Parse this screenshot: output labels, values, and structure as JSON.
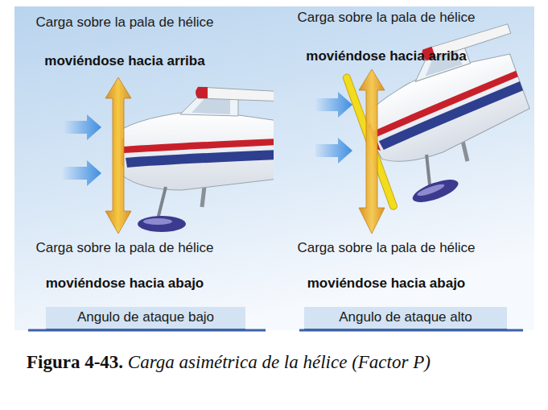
{
  "diagram": {
    "caption": "Figura 4-43.",
    "nodes": [
      {
        "text": [
          "Angulo de ataque bajo"
        ]
      },
      {
        "text": [
          "Angulo de ataque alto"
        ]
      }
    ],
    "labels": [
      "Carga sobre la pala de hélice",
      "moviéndose hacia arriba",
      "Carga sobre la pala de hélice",
      "moviéndose hacia arriba",
      "Carga sobre la pala de hélice",
      "moviéndose hacia abajo",
      "Carga sobre la pala de hélice",
      "moviéndose hacia abajo",
      "Carga asimétrica de la hélice (Factor P)"
    ]
  }
}
